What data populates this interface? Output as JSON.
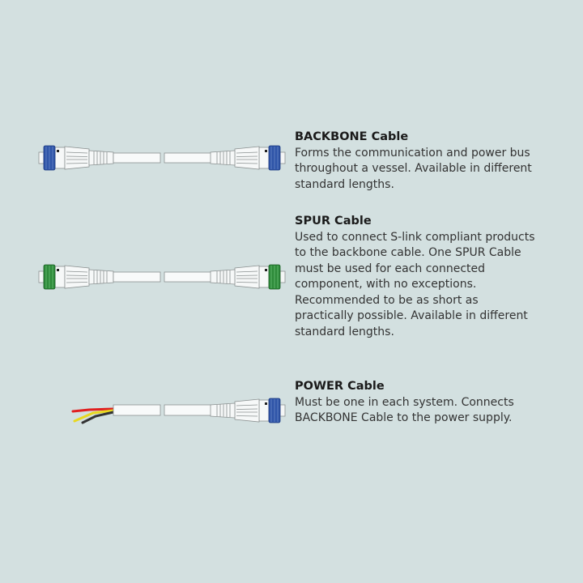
{
  "colors": {
    "background": "#d3e0e0",
    "backbone_connector": "#2f55a8",
    "spur_connector": "#2e8a3a",
    "power_connector": "#2f55a8",
    "wire_red": "#e02020",
    "wire_yellow": "#e8d820",
    "wire_black": "#333333"
  },
  "items": [
    {
      "title": "BACKBONE Cable",
      "description": "Forms the communication and power bus throughout a vessel. Available in different standard lengths.",
      "connector_color": "blue",
      "ends": [
        "connector",
        "connector"
      ]
    },
    {
      "title": "SPUR Cable",
      "description": "Used to connect S-link compliant products to the backbone cable. One SPUR Cable must be used for each connected component, with no exceptions. Recommended to be as short as practically possible. Available in different standard lengths.",
      "connector_color": "green",
      "ends": [
        "connector",
        "connector"
      ]
    },
    {
      "title": "POWER Cable",
      "description": "Must be one in each system. Connects BACKBONE Cable to the power supply.",
      "connector_color": "blue",
      "ends": [
        "bare-wires",
        "connector"
      ]
    }
  ]
}
